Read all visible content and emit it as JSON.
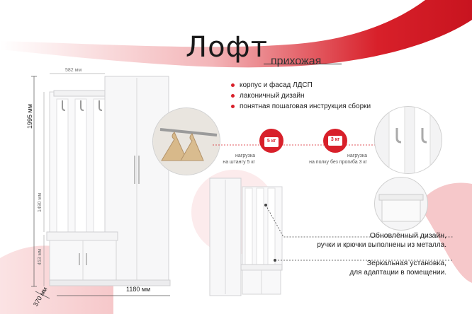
{
  "header": {
    "title": "Лофт",
    "subtitle": "прихожая"
  },
  "features": [
    "корпус и фасад ЛДСП",
    "лаконичный дизайн",
    "понятная пошаговая инструкция сборки"
  ],
  "dimensions": {
    "height_total": "1995 мм",
    "height_panel": "1490 мм",
    "height_bench": "453 мм",
    "width_total": "1180 мм",
    "depth": "370 мм",
    "width_hanger": "582 мм"
  },
  "loads": {
    "rod_badge": "5 кг",
    "rod_caption_1": "нагрузка",
    "rod_caption_2": "на штангу 5 кг",
    "shelf_badge": "3 кг",
    "shelf_caption_1": "нагрузка",
    "shelf_caption_2": "на полку без прогиба 3 кг"
  },
  "callouts": {
    "design_title": "Обновлённый дизайн,",
    "design_text": "ручки и крючки выполнены из металла.",
    "mirror_title": "Зеркальная установка,",
    "mirror_text": "для адаптации в помещении."
  },
  "colors": {
    "accent": "#d8202a",
    "furniture": "#f7f7f8"
  }
}
